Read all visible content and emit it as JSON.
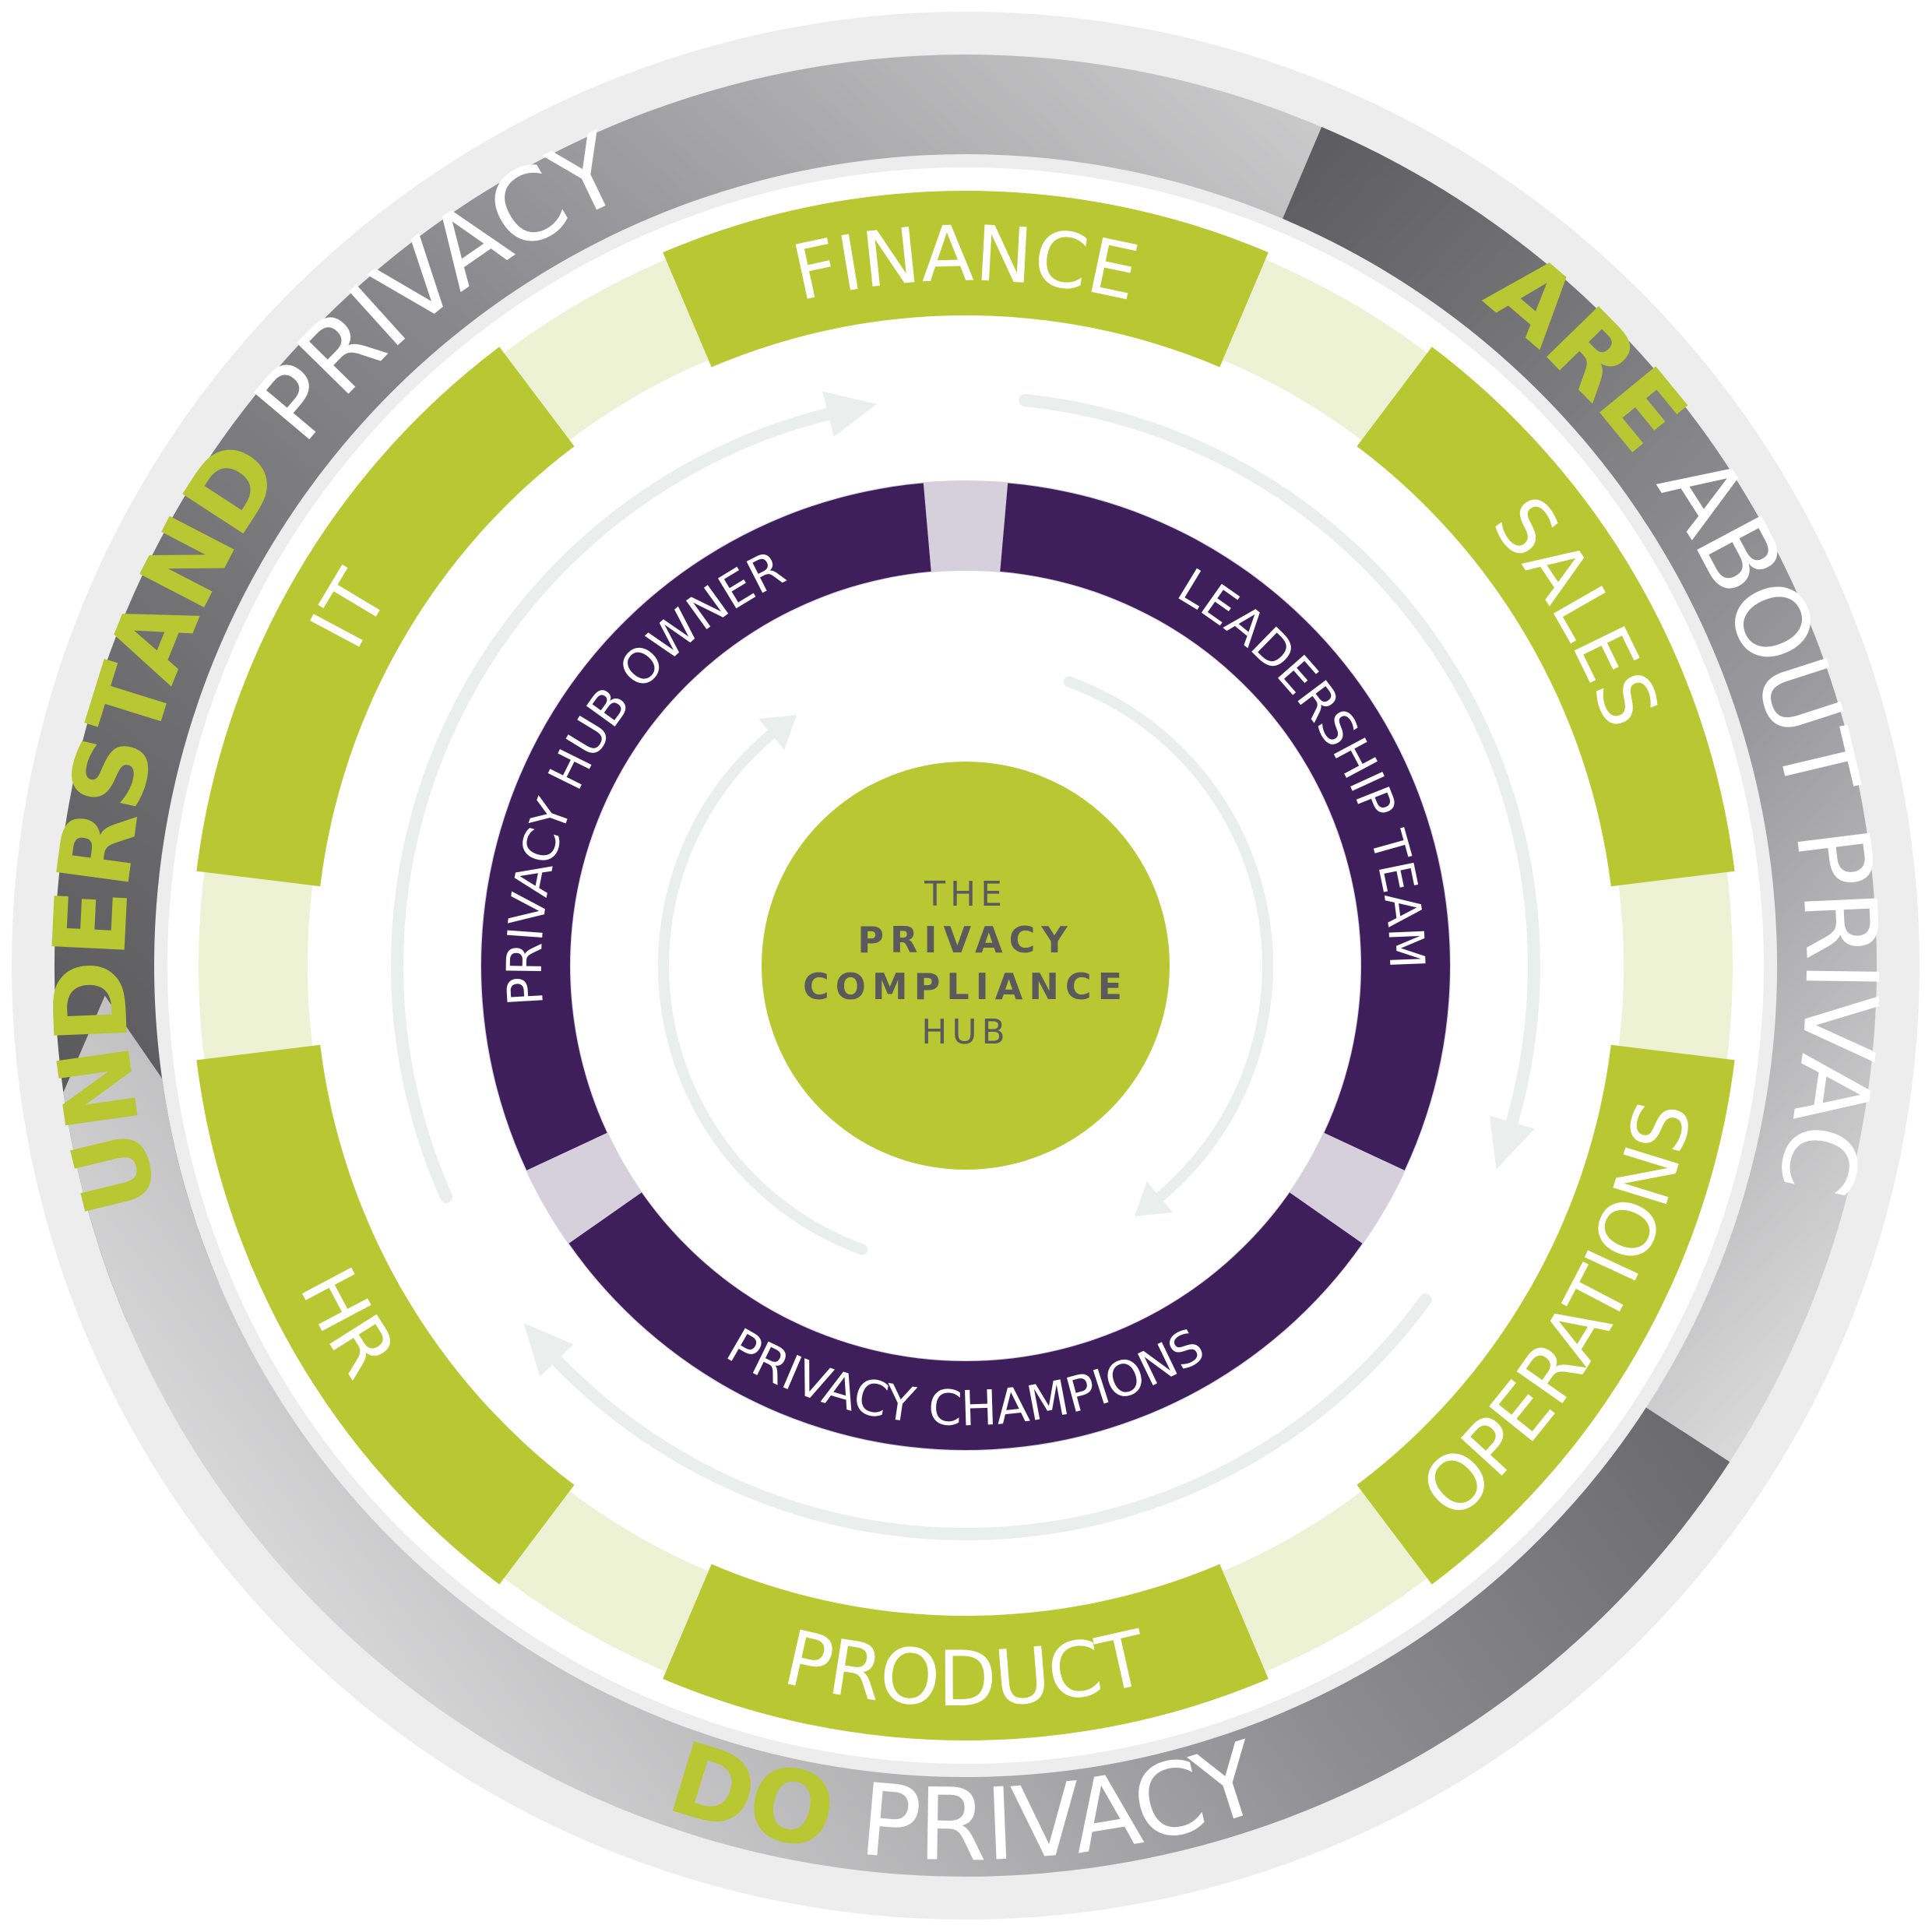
{
  "colors": {
    "green": "#b9c732",
    "light_green": "#eef2d4",
    "purple": "#3e1f5c",
    "light_purple": "#d6d0dd",
    "grey_dark": "#58585a",
    "grey_light": "#d9d9da",
    "track": "#eceded",
    "hub_text": "#5a5a5c"
  },
  "outer_ring": [
    {
      "id": "understand",
      "bold": "UNDERSTAND",
      "rest": " PRIVACY"
    },
    {
      "id": "care",
      "bold": "CARE",
      "rest": " ABOUT PRIVACY"
    },
    {
      "id": "do",
      "bold": "DO",
      "rest": " PRIVACY"
    }
  ],
  "departments": [
    "FINANCE",
    "SALES",
    "OPERATIONS",
    "PRODUCT",
    "HR",
    "IT"
  ],
  "inner_ring": [
    "PRIVACY HUB OWNER",
    "LEADERSHIP TEAM",
    "PRIVACY CHAMPIONS"
  ],
  "hub": {
    "line1": "THE",
    "line2": "PRIVACY",
    "line3": "COMPLIANCE",
    "line4": "HUB"
  }
}
